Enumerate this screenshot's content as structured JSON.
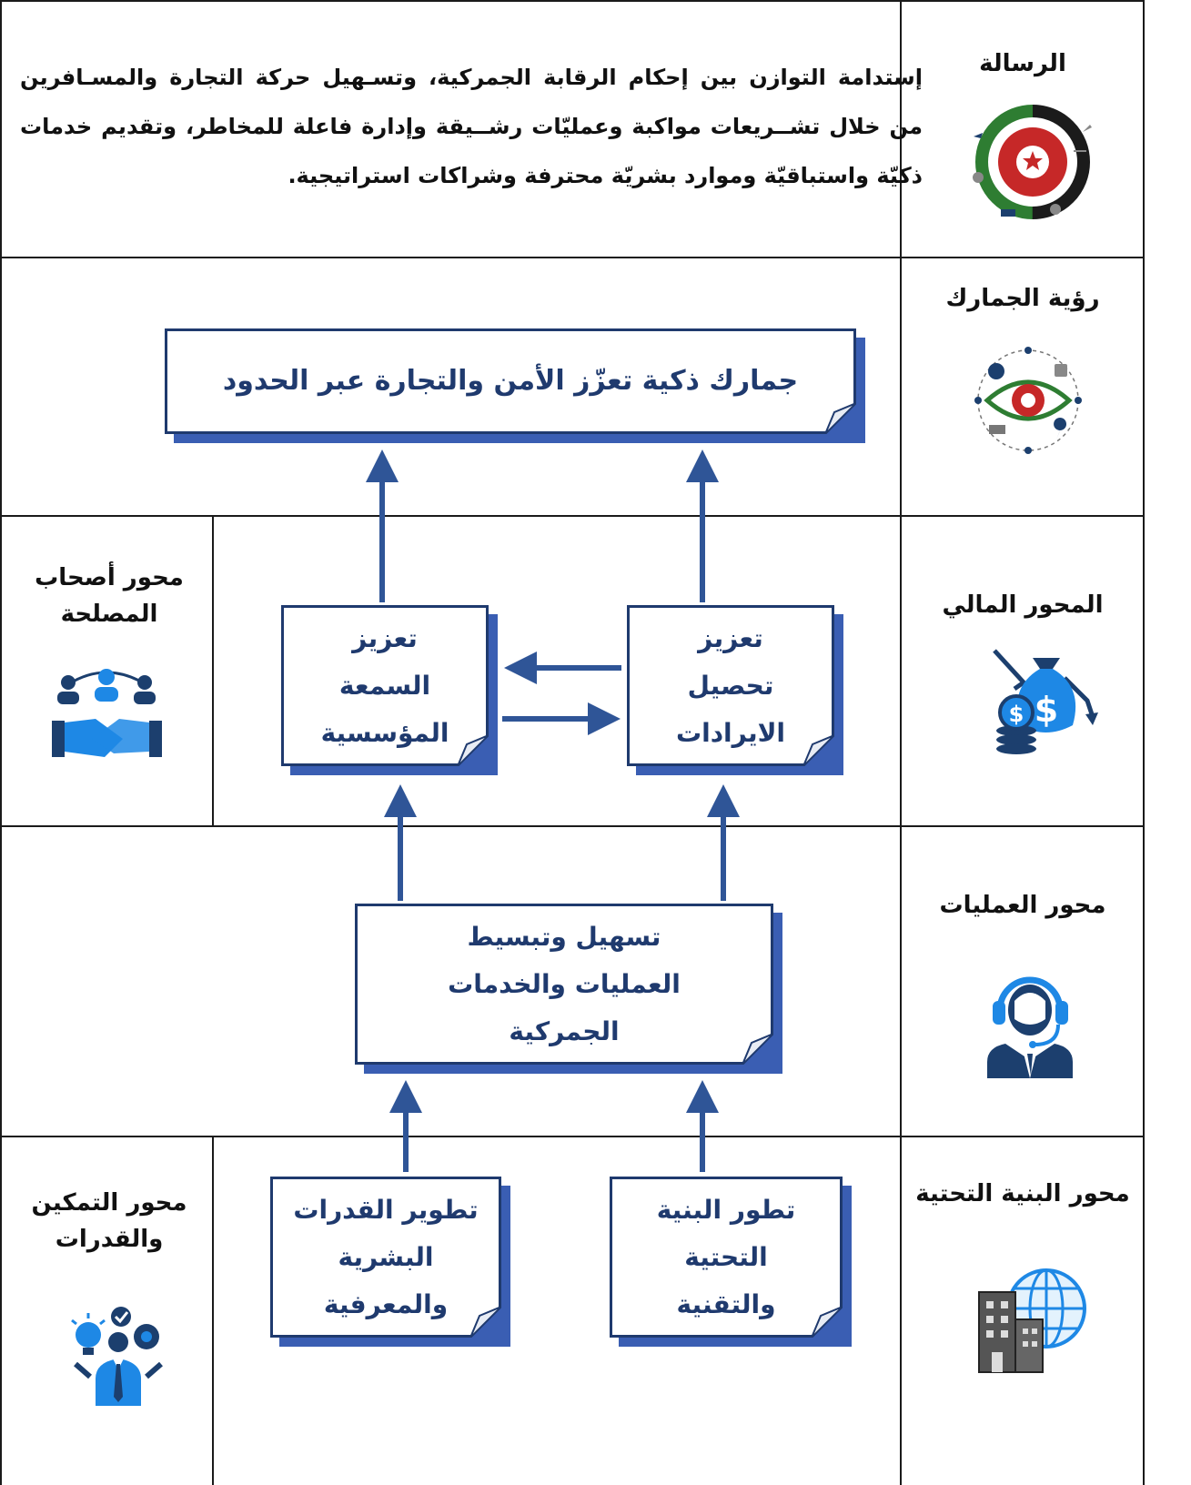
{
  "rows": {
    "mission": {
      "label": "الرسالة",
      "text": "إستدامة التوازن بين إحكام الرقابة الجمركية، وتسـهيل حركة التجارة والمسـافرين من خلال تشــريعات مواكبة وعمليّات رشــيقة وإدارة فاعلة للمخاطر، وتقديم خدمات ذكيّة واستباقيّة وموارد بشريّة محترفة وشراكات استراتيجية."
    },
    "vision": {
      "label": "رؤية الجمارك",
      "box": "جمارك ذكية تعزّز الأمن والتجارة عبر الحدود"
    },
    "financial": {
      "label": "المحور المالي",
      "stakeholders_label": "محور أصحاب المصلحة",
      "box_revenue": "تعزيز تحصيل الايرادات",
      "box_reputation": "تعزيز السمعة المؤسسية"
    },
    "operations": {
      "label": "محور العمليات",
      "box": "تسهيل وتبسيط العمليات والخدمات الجمركية"
    },
    "infrastructure": {
      "label": "محور البنية التحتية",
      "enablement_label": "محور التمكين والقدرات",
      "box_infra": "تطور البنية التحتية والتقنية",
      "box_capabilities": "تطوير القدرات البشرية والمعرفية"
    }
  },
  "colors": {
    "box_border": "#1f3a6e",
    "box_shadow": "#3a5eb3",
    "arrow": "#2f5597",
    "text": "#1f3a6e",
    "icon_blue": "#1e88e5",
    "icon_navy": "#1c3f6e"
  }
}
